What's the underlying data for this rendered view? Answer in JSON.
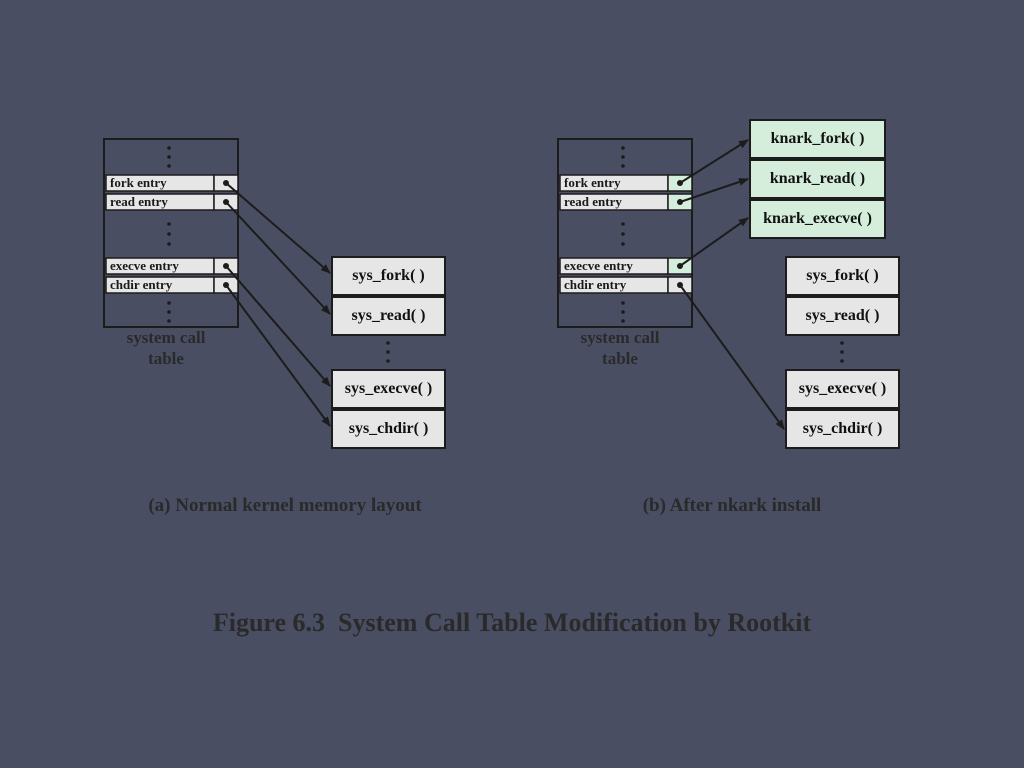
{
  "colors": {
    "background": "#4a4e63",
    "box_fill": "#e6e6e6",
    "knark_fill": "#d4eedb",
    "stroke": "#1c1c1c"
  },
  "panel_a": {
    "entries": [
      "fork entry",
      "read entry",
      "execve entry",
      "chdir entry"
    ],
    "table_caption_line1": "system call",
    "table_caption_line2": "table",
    "functions": [
      "sys_fork( )",
      "sys_read( )",
      "sys_execve( )",
      "sys_chdir( )"
    ],
    "caption": "(a) Normal kernel memory layout"
  },
  "panel_b": {
    "entries": [
      "fork entry",
      "read entry",
      "execve entry",
      "chdir entry"
    ],
    "table_caption_line1": "system call",
    "table_caption_line2": "table",
    "knark_functions": [
      "knark_fork( )",
      "knark_read( )",
      "knark_execve( )"
    ],
    "functions": [
      "sys_fork( )",
      "sys_read( )",
      "sys_execve( )",
      "sys_chdir( )"
    ],
    "caption": "(b) After nkark install"
  },
  "figure_caption": "Figure 6.3  System Call Table Modification by Rootkit"
}
